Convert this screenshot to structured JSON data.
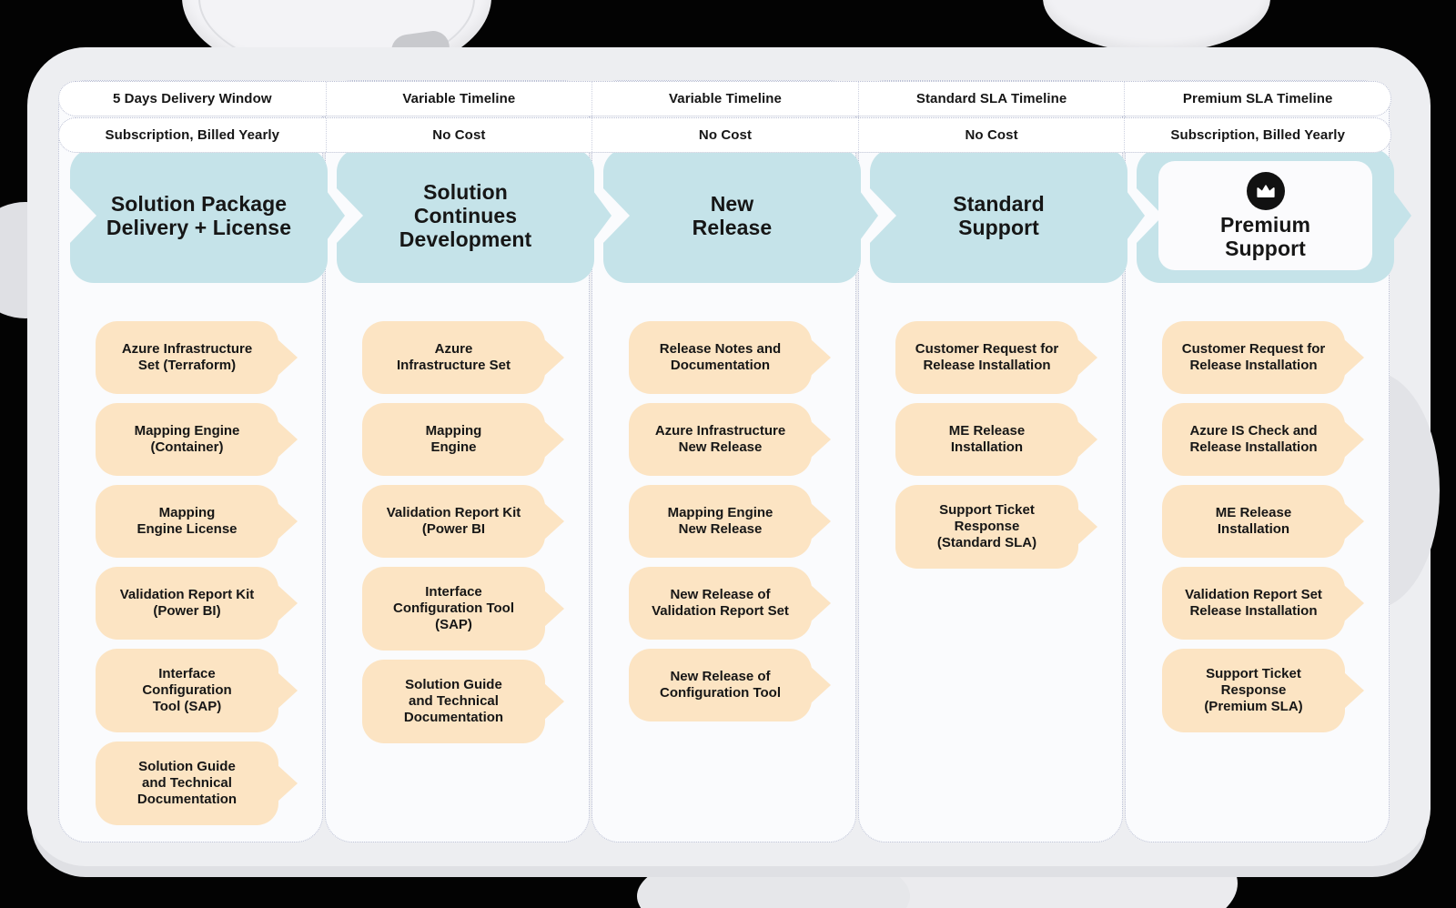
{
  "top_bands": {
    "timeline": [
      "5 Days Delivery Window",
      "Variable Timeline",
      "Variable Timeline",
      "Standard SLA Timeline",
      "Premium SLA Timeline"
    ],
    "cost": [
      "Subscription, Billed Yearly",
      "No Cost",
      "No Cost",
      "No Cost",
      "Subscription, Billed Yearly"
    ]
  },
  "columns": [
    {
      "title": "Solution Package\nDelivery + License",
      "items": [
        "Azure Infrastructure\nSet (Terraform)",
        "Mapping Engine\n(Container)",
        "Mapping\nEngine License",
        "Validation Report Kit\n(Power BI)",
        "Interface\nConfiguration\nTool (SAP)",
        "Solution Guide\nand Technical\nDocumentation"
      ]
    },
    {
      "title": "Solution\nContinues\nDevelopment",
      "items": [
        "Azure\nInfrastructure Set",
        "Mapping\nEngine",
        "Validation Report Kit\n(Power BI",
        "Interface\nConfiguration Tool\n(SAP)",
        "Solution Guide\nand Technical\nDocumentation"
      ]
    },
    {
      "title": "New\nRelease",
      "items": [
        "Release Notes and\nDocumentation",
        "Azure Infrastructure\nNew Release",
        "Mapping Engine\nNew Release",
        "New Release of\nValidation Report Set",
        "New Release of\nConfiguration Tool"
      ]
    },
    {
      "title": "Standard\nSupport",
      "items": [
        "Customer Request for\nRelease Installation",
        "ME Release\nInstallation",
        "Support Ticket\nResponse\n(Standard SLA)"
      ]
    },
    {
      "title": "Premium\nSupport",
      "items": [
        "Customer Request for\nRelease Installation",
        "Azure IS Check and\nRelease Installation",
        "ME Release\nInstallation",
        "Validation Report Set\nRelease Installation",
        "Support Ticket\nResponse\n(Premium SLA)"
      ]
    }
  ],
  "icons": {
    "premium_badge": "crown-icon"
  },
  "colors": {
    "header_teal": "#c5e3e9",
    "item_orange": "#fce4c3",
    "card_bg": "#edeef1",
    "panel_bg": "#fafbfd",
    "text": "#161616",
    "background": "#030303"
  }
}
